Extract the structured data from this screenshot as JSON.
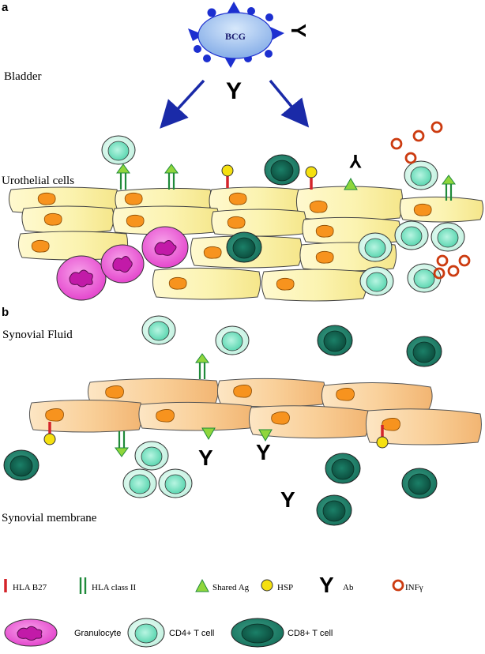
{
  "panels": {
    "a": {
      "letter": "a",
      "bcg_label": "BCG",
      "bladder_label": "Bladder",
      "urothelial_label": "Urothelial cells"
    },
    "b": {
      "letter": "b",
      "synovial_fluid_label": "Synovial Fluid",
      "synovial_membrane_label": "Synovial membrane"
    }
  },
  "legend": {
    "hla_b27": "HLA B27",
    "hla_class_ii": "HLA class II",
    "shared_ag": "Shared Ag",
    "hsp": "HSP",
    "ab": "Ab",
    "infg": "INFγ",
    "granulocyte": "Granulocyte",
    "cd4": "CD4+ T cell",
    "cd8": "CD8+ T cell"
  },
  "glyphs": {
    "antibody": "Y"
  },
  "colors": {
    "bcg_body": "#9ec3ee",
    "bcg_spikes": "#1c2fd0",
    "arrow": "#1a2aa8",
    "urothelial_fill": "#fbf3b0",
    "synovial_fill": "#f9cf98",
    "nucleus": "#f7931e",
    "hla_b27": "#d4242a",
    "hla_class_ii": "#1f8a3a",
    "shared_ag": "#8fd63c",
    "hsp": "#f5e010",
    "infg": "#cc3b10",
    "granulocyte": "#e94bd1",
    "cd4_outer": "#d8f7ec",
    "cd4_inner": "#7fe3c6",
    "cd8_outer": "#1b7a64",
    "cd8_inner": "#0f5a48"
  }
}
